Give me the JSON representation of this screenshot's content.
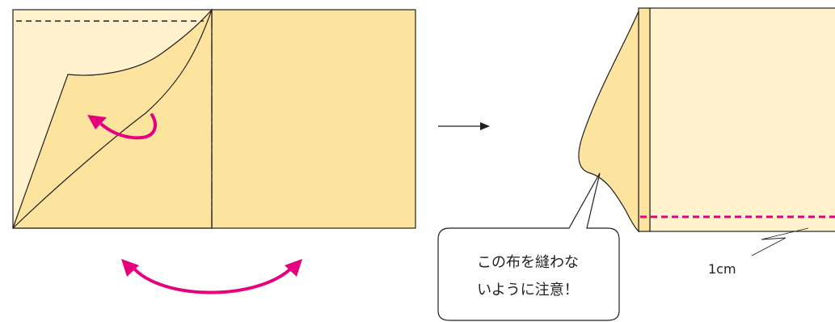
{
  "callout": {
    "line1": "この布を縫わな",
    "line2": "いように注意！"
  },
  "seam_allowance_label": "1cm",
  "colors": {
    "fabric_light": "#fff2cc",
    "fabric_mid": "#fde49e",
    "fabric_fold": "#fbe09a",
    "outline": "#231f20",
    "stitch_accent": "#e6007e"
  }
}
